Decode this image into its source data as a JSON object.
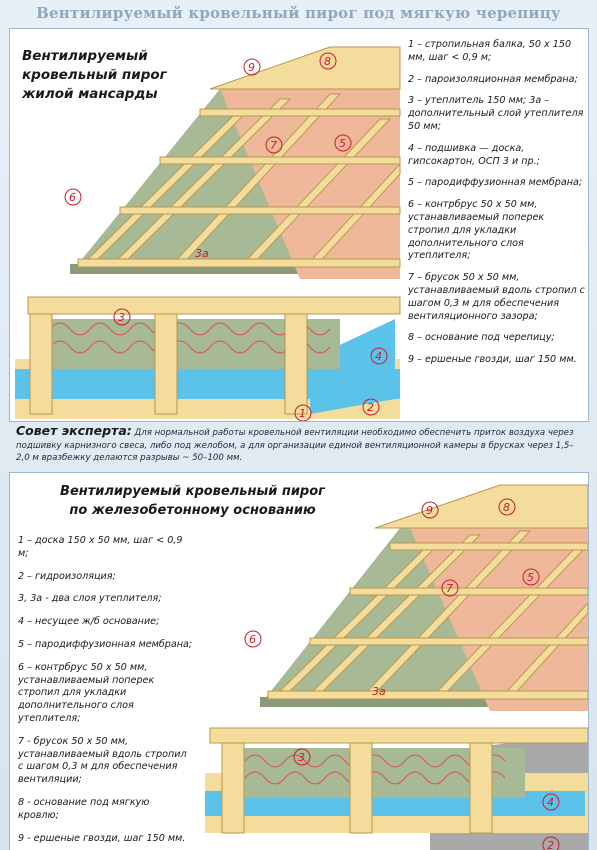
{
  "title": "Вентилируемый кровельный пирог под мягкую черепицу",
  "panel1": {
    "title_lines": [
      "Вентилируемый",
      "кровельный пирог",
      "жилой мансарды"
    ],
    "legend": [
      "1 – стропильная балка, 50 х 150 мм, шаг < 0,9 м;",
      "2 – пароизоляционная мембрана;",
      "3 – утеплитель 150 мм; 3а – дополнительный слой утеплителя 50 мм;",
      "4 – подшивка — доска, гипсокартон, ОСП 3 и пр.;",
      "5 – пародиффузионная мембрана;",
      "6 – контрбрус 50 х 50 мм, устанавливаемый поперек стропил для укладки дополнительного слоя утеплителя;",
      "7 – брусок 50 х 50 мм, устанавливаемый вдоль стропил с шагом 0,3 м для обеспечения вентиляционного зазора;",
      "8 – основание под черепицу;",
      "9 – ершеные гвозди, шаг 150 мм."
    ],
    "callouts": [
      "9",
      "8",
      "7",
      "5",
      "6",
      "3а",
      "3",
      "4",
      "1",
      "2"
    ]
  },
  "tip": {
    "heading": "Совет эксперта:",
    "text": "Для нормальной работы кровельной вентиляции необходимо обеспечить приток воздуха через подшивку карнизного свеса, либо под желобом, а для организации единой вентиляционной камеры в брусках через 1,5–2,0 м вразбежку делаются разрывы ~ 50–100 мм."
  },
  "panel2": {
    "title_lines": [
      "Вентилируемый кровельный пирог",
      "по железобетонному основанию"
    ],
    "legend": [
      "1 – доска 150 х 50 мм, шаг < 0,9 м;",
      "2 – гидроизоляция;",
      "3, 3а - два слоя утеплителя;",
      "4 – несущее ж/б основание;",
      "5 – пародиффузионная мембрана;",
      "6 – контрбрус 50 х 50 мм, устанавливаемый поперек стропил для укладки дополнительного слоя утеплителя;",
      "7 - брусок 50 х 50 мм, устанавливаемый вдоль стропил с шагом 0,3 м для обеспечения вентиляции;",
      "8 - основание под мягкую кровлю;",
      "9 - ершеные гвозди, шаг 150 мм."
    ],
    "callouts": [
      "9",
      "8",
      "7",
      "5",
      "6",
      "3а",
      "3",
      "4",
      "2"
    ]
  },
  "colors": {
    "timber": "#f3dc9c",
    "insulation": "#a8b995",
    "membrane": "#f0b89a",
    "vapor": "#5bc3ea",
    "concrete": "#a9a9a9",
    "callout": "#cc1b2a"
  }
}
